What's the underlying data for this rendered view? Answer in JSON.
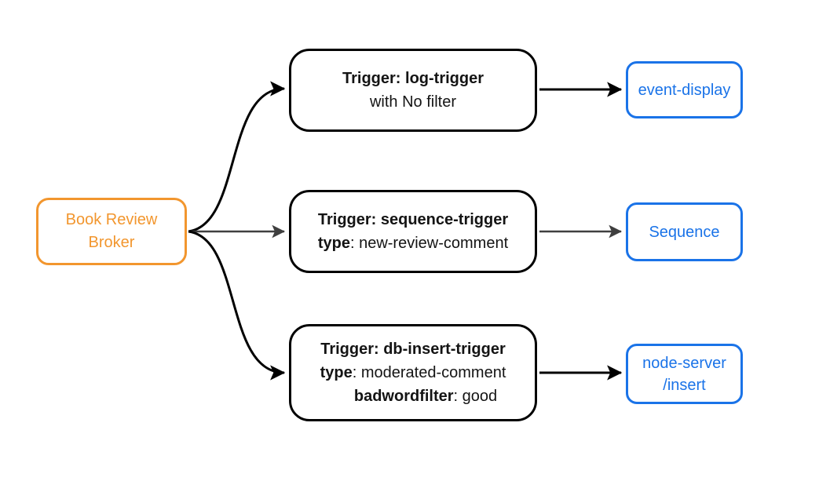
{
  "diagram": {
    "background_color": "#ffffff",
    "colors": {
      "broker_accent": "#f2962e",
      "trigger_border": "#000000",
      "trigger_text": "#141414",
      "sink_accent": "#1a73e8",
      "edge_black": "#000000",
      "edge_gray": "#3f3f3f"
    },
    "broker": {
      "id": "book-review-broker",
      "lines": [
        "Book Review",
        "Broker"
      ]
    },
    "triggers": [
      {
        "id": "log-trigger",
        "lines": [
          [
            {
              "text": "Trigger: log-trigger",
              "bold": true
            }
          ],
          [
            {
              "text": "with No filter",
              "bold": false
            }
          ]
        ]
      },
      {
        "id": "sequence-trigger",
        "lines": [
          [
            {
              "text": "Trigger: sequence-trigger",
              "bold": true
            }
          ],
          [
            {
              "text": "type",
              "bold": true
            },
            {
              "text": ": new-review-comment",
              "bold": false
            }
          ]
        ]
      },
      {
        "id": "db-insert-trigger",
        "lines": [
          [
            {
              "text": "Trigger: db-insert-trigger",
              "bold": true
            }
          ],
          [
            {
              "text": "type",
              "bold": true
            },
            {
              "text": ": moderated-comment",
              "bold": false
            }
          ],
          [
            {
              "text": "badwordfilter",
              "bold": true
            },
            {
              "text": ": good",
              "bold": false
            }
          ]
        ]
      }
    ],
    "sinks": [
      {
        "id": "event-display",
        "lines": [
          "event-display"
        ]
      },
      {
        "id": "sequence",
        "lines": [
          "Sequence"
        ]
      },
      {
        "id": "node-server-insert",
        "lines": [
          "node-server",
          "/insert"
        ]
      }
    ],
    "edges": [
      {
        "from": "book-review-broker",
        "to": "log-trigger",
        "color": "#000000"
      },
      {
        "from": "book-review-broker",
        "to": "sequence-trigger",
        "color": "#3f3f3f"
      },
      {
        "from": "book-review-broker",
        "to": "db-insert-trigger",
        "color": "#000000"
      },
      {
        "from": "log-trigger",
        "to": "event-display",
        "color": "#000000"
      },
      {
        "from": "sequence-trigger",
        "to": "sequence",
        "color": "#3f3f3f"
      },
      {
        "from": "db-insert-trigger",
        "to": "node-server-insert",
        "color": "#000000"
      }
    ]
  }
}
